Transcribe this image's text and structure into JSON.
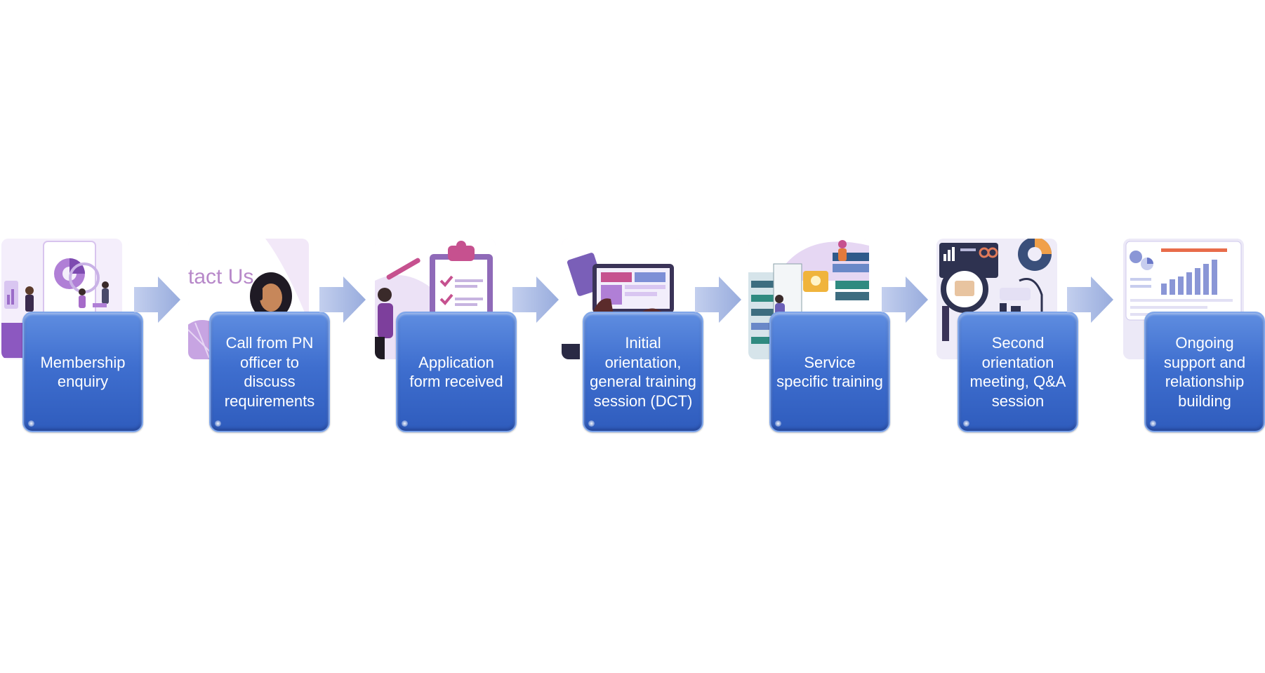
{
  "diagram": {
    "steps": [
      {
        "label": "Membership enquiry",
        "illustration": "analytics-team-illustration"
      },
      {
        "label": "Call from PN officer to discuss requirements",
        "illustration": "contact-call-illustration",
        "illustration_text": "tact Us"
      },
      {
        "label": "Application form received",
        "illustration": "clipboard-checklist-illustration"
      },
      {
        "label": "Initial orientation, general training session (DCT)",
        "illustration": "tablet-training-illustration"
      },
      {
        "label": "Service specific training",
        "illustration": "books-idea-illustration"
      },
      {
        "label": "Second orientation meeting, Q&A session",
        "illustration": "dashboard-magnifier-illustration"
      },
      {
        "label": "Ongoing support and relationship building",
        "illustration": "report-dashboard-illustration"
      }
    ],
    "colors": {
      "card": "#3f6fcf",
      "card_border": "#7fa6ea",
      "card_text": "#ffffff",
      "arrow": "#a9b9e0",
      "illustration_accent": "#a66bc9"
    },
    "arrow_icon": "right-arrow-icon"
  }
}
